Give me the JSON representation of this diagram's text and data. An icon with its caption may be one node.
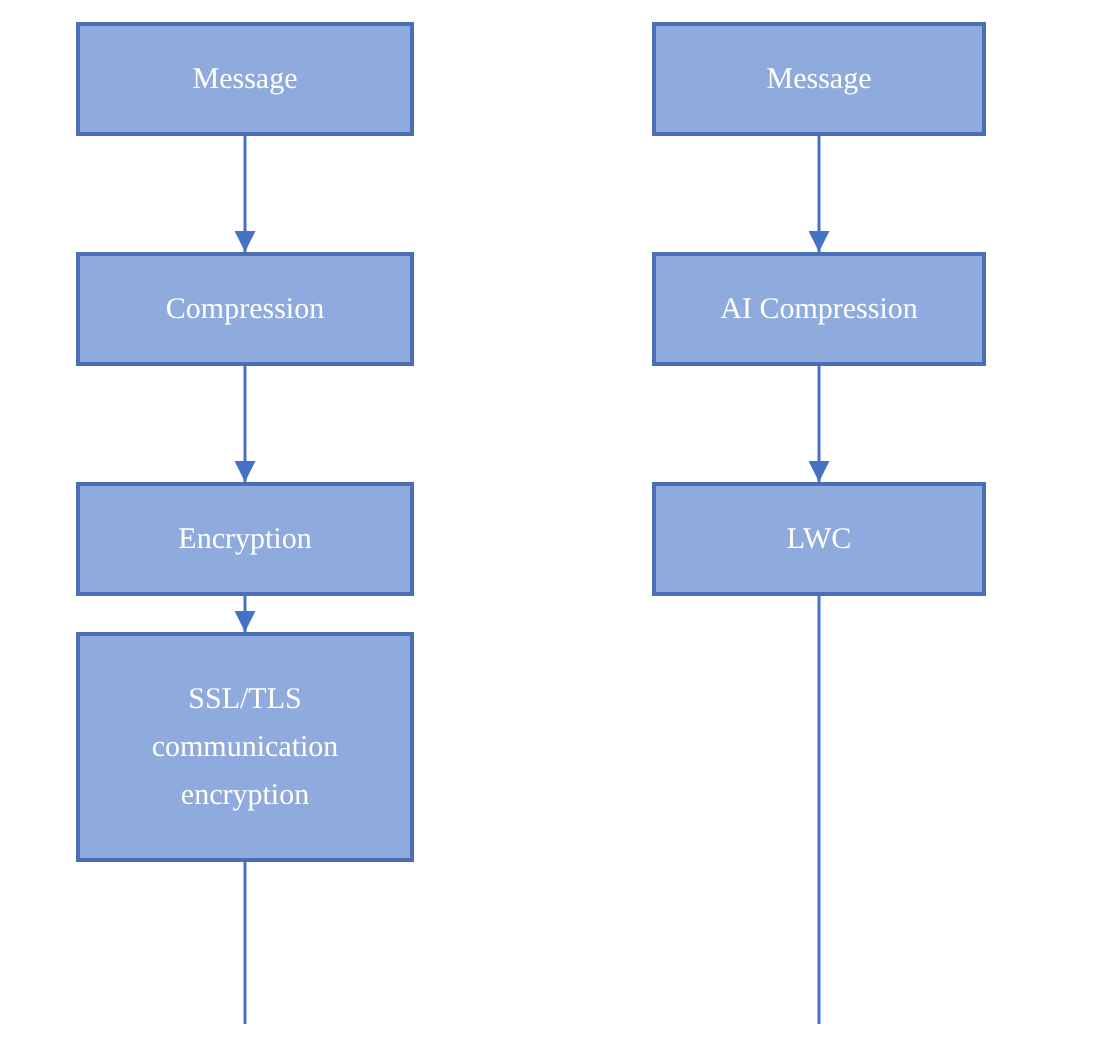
{
  "diagram": {
    "nodes": [
      {
        "text": [
          "Message"
        ]
      },
      {
        "text": [
          "Compression"
        ]
      },
      {
        "text": [
          "Encryption"
        ]
      },
      {
        "text": [
          "SSL/TLS communication encryption"
        ]
      },
      {
        "text": [
          "Message"
        ]
      },
      {
        "text": [
          "AI Compression"
        ]
      },
      {
        "text": [
          "LWC"
        ]
      }
    ],
    "edges": [
      {
        "from": 0,
        "to": 1,
        "arrow": "to"
      },
      {
        "from": 1,
        "to": 2,
        "arrow": "to"
      },
      {
        "from": 2,
        "to": 3,
        "arrow": "to"
      },
      {
        "from": 3,
        "to": null,
        "arrow": "none"
      },
      {
        "from": 4,
        "to": 5,
        "arrow": "to"
      },
      {
        "from": 5,
        "to": 6,
        "arrow": "to"
      },
      {
        "from": 6,
        "to": null,
        "arrow": "none"
      }
    ]
  }
}
